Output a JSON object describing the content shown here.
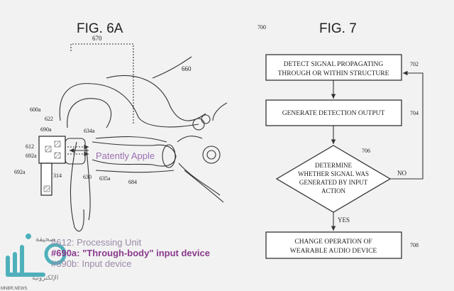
{
  "fig6a": {
    "title": "FIG. 6A",
    "refs": {
      "r670": "670",
      "r660": "660",
      "r600a": "600a",
      "r622": "622",
      "r690a": "690a",
      "r612": "612",
      "r692a_in": "692a",
      "r692a_out": "692a",
      "r634a": "634a",
      "r314": "314",
      "r630": "630",
      "r635a": "635a",
      "r684": "684"
    },
    "watermark": "Patently Apple"
  },
  "fig7": {
    "title": "FIG. 7",
    "ref": "700",
    "steps": [
      {
        "ref": "702",
        "line1": "DETECT SIGNAL PROPAGATING",
        "line2": "THROUGH OR WITHIN STRUCTURE"
      },
      {
        "ref": "704",
        "line1": "GENERATE DETECTION OUTPUT"
      },
      {
        "ref": "706",
        "line1": "DETERMINE",
        "line2": "WHETHER SIGNAL WAS",
        "line3": "GENERATED BY INPUT",
        "line4": "ACTION"
      },
      {
        "ref": "708",
        "line1": "CHANGE OPERATION OF",
        "line2": "WEARABLE AUDIO DEVICE"
      }
    ],
    "no_label": "NO",
    "yes_label": "YES"
  },
  "captions": [
    "#612: Processing Unit",
    "#690a: \"Through-body\" input device",
    "#690b: Input device"
  ],
  "logo": {
    "arabic_top": "صحيفة",
    "arabic_bottom": "الإلكترونية",
    "latin": "MNBR.NEWS"
  },
  "colors": {
    "watermark": "#9b6fb0",
    "caption_highlight": "#8a3a8e",
    "logo": "#4fb0bb"
  }
}
